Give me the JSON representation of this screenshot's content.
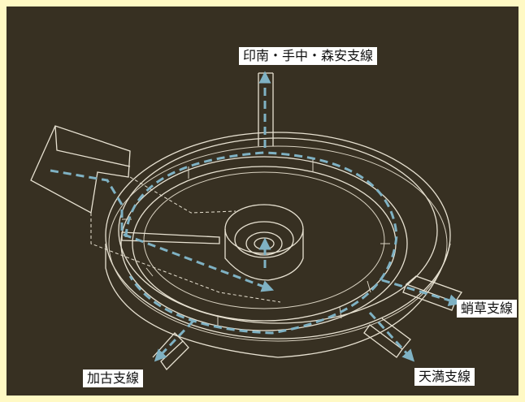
{
  "labels": {
    "top": "印南・手中・森安支線",
    "right": "蛸草支線",
    "bottom_right": "天満支線",
    "bottom_left": "加古支線"
  },
  "colors": {
    "background": "#373022",
    "frame": "#fff9c4",
    "lines": "#e8e2d2",
    "flow_arrows": "#7fb2c4"
  }
}
